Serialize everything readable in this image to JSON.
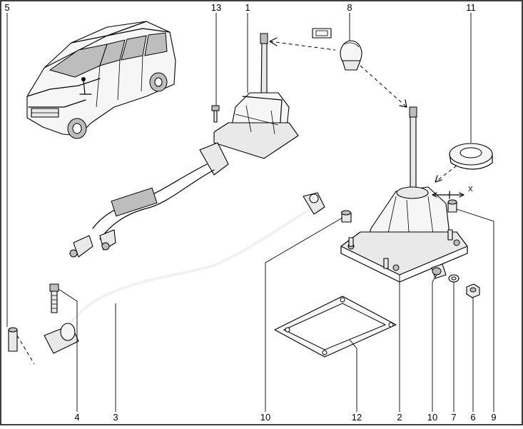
{
  "callouts": {
    "c5": "5",
    "c13": "13",
    "c1": "1",
    "c8": "8",
    "c11": "11",
    "c4": "4",
    "c3": "3",
    "c10a": "10",
    "c12": "12",
    "c2": "2",
    "c10b": "10",
    "c7": "7",
    "c6": "6",
    "c9": "9"
  },
  "dimension_label": "X"
}
